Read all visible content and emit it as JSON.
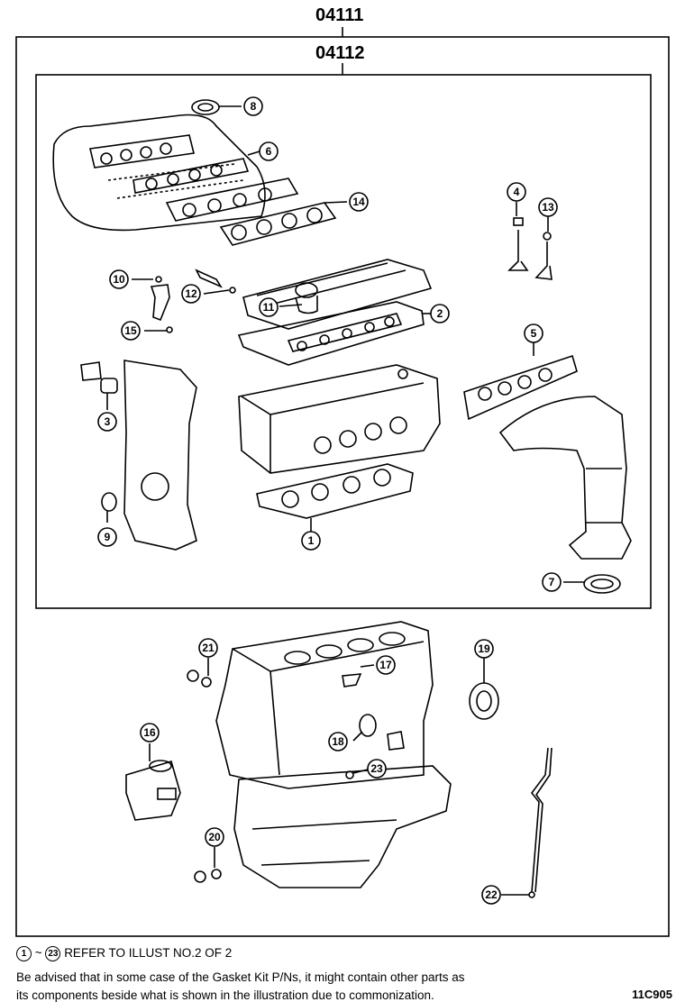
{
  "outer_code": "04111",
  "inner_code": "04112",
  "callouts": [
    "1",
    "2",
    "3",
    "4",
    "5",
    "6",
    "7",
    "8",
    "9",
    "10",
    "11",
    "12",
    "13",
    "14",
    "15",
    "16",
    "17",
    "18",
    "19",
    "20",
    "21",
    "22",
    "23"
  ],
  "notes": {
    "ref_start": "1",
    "ref_tilde": "~",
    "ref_end": "23",
    "ref_text": "REFER TO ILLUST NO.2 OF 2",
    "advice_line1": "Be advised that in some case of the Gasket Kit P/Ns,  it might contain other parts as",
    "advice_line2": "its components beside what is shown in the illustration due to commonization."
  },
  "diagram_id": "11C905"
}
